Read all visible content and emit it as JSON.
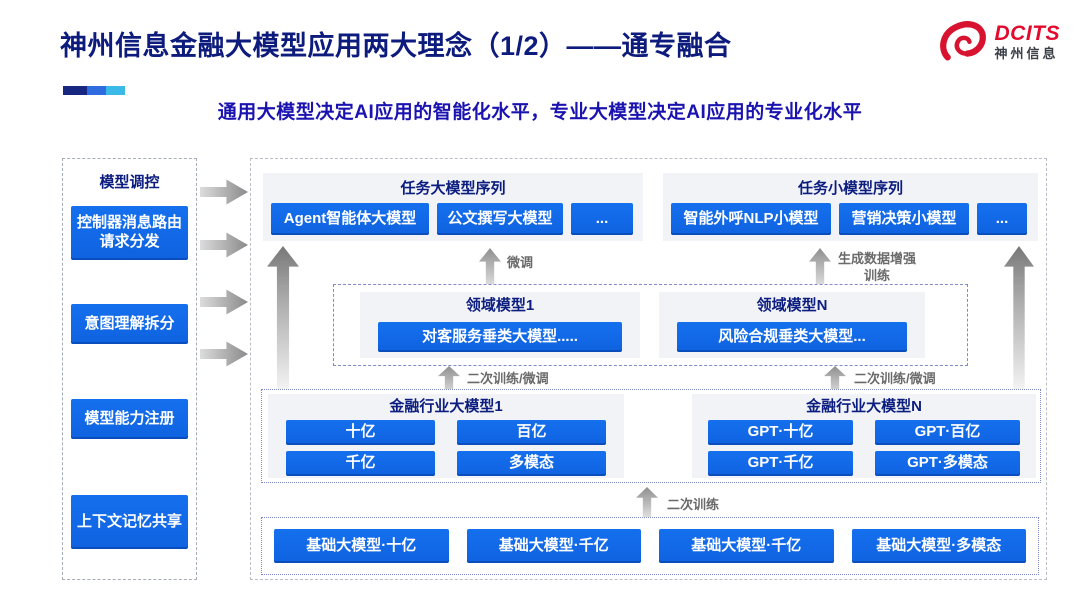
{
  "header": {
    "title": "神州信息金融大模型应用两大理念（1/2）——通专融合",
    "subtitle": "通用大模型决定AI应用的智能化水平，专业大模型决定AI应用的专业化水平",
    "logo": {
      "brand": "DCITS",
      "brand_cn": "神州信息"
    },
    "accent_colors": [
      "#17267f",
      "#2e6cdf",
      "#3bb9e7"
    ]
  },
  "colors": {
    "title_navy": "#0d1b7c",
    "subtitle_indigo": "#1b13b0",
    "node_blue": "#1064e4",
    "logo_red": "#e30b2d"
  },
  "sidebar": {
    "title": "模型调控",
    "items": [
      {
        "label": "控制器消息路由请求分发"
      },
      {
        "label": "意图理解拆分"
      },
      {
        "label": "模型能力注册"
      },
      {
        "label": "上下文记忆共享"
      }
    ]
  },
  "main": {
    "task_large": {
      "title": "任务大模型序列",
      "items": [
        "Agent智能体大模型",
        "公文撰写大模型",
        "..."
      ]
    },
    "task_small": {
      "title": "任务小模型序列",
      "items": [
        "智能外呼NLP小模型",
        "营销决策小模型",
        "..."
      ]
    },
    "labels": {
      "fine_tune": "微调",
      "gen_data_training": "生成数据增强训练",
      "retrain_left": "二次训练/微调",
      "retrain_right": "二次训练/微调",
      "retrain_base": "二次训练"
    },
    "domain": {
      "model1": {
        "title": "领域模型1",
        "item": "对客服务垂类大模型....."
      },
      "modelN": {
        "title": "领域模型N",
        "item": "风险合规垂类大模型..."
      }
    },
    "industry": {
      "model1": {
        "title": "金融行业大模型1",
        "items": [
          "十亿",
          "百亿",
          "千亿",
          "多模态"
        ]
      },
      "modelN": {
        "title": "金融行业大模型N",
        "items": [
          "GPT·十亿",
          "GPT·百亿",
          "GPT·千亿",
          "GPT·多模态"
        ]
      }
    },
    "base_models": [
      "基础大模型·十亿",
      "基础大模型·千亿",
      "基础大模型·千亿",
      "基础大模型·多模态"
    ]
  }
}
